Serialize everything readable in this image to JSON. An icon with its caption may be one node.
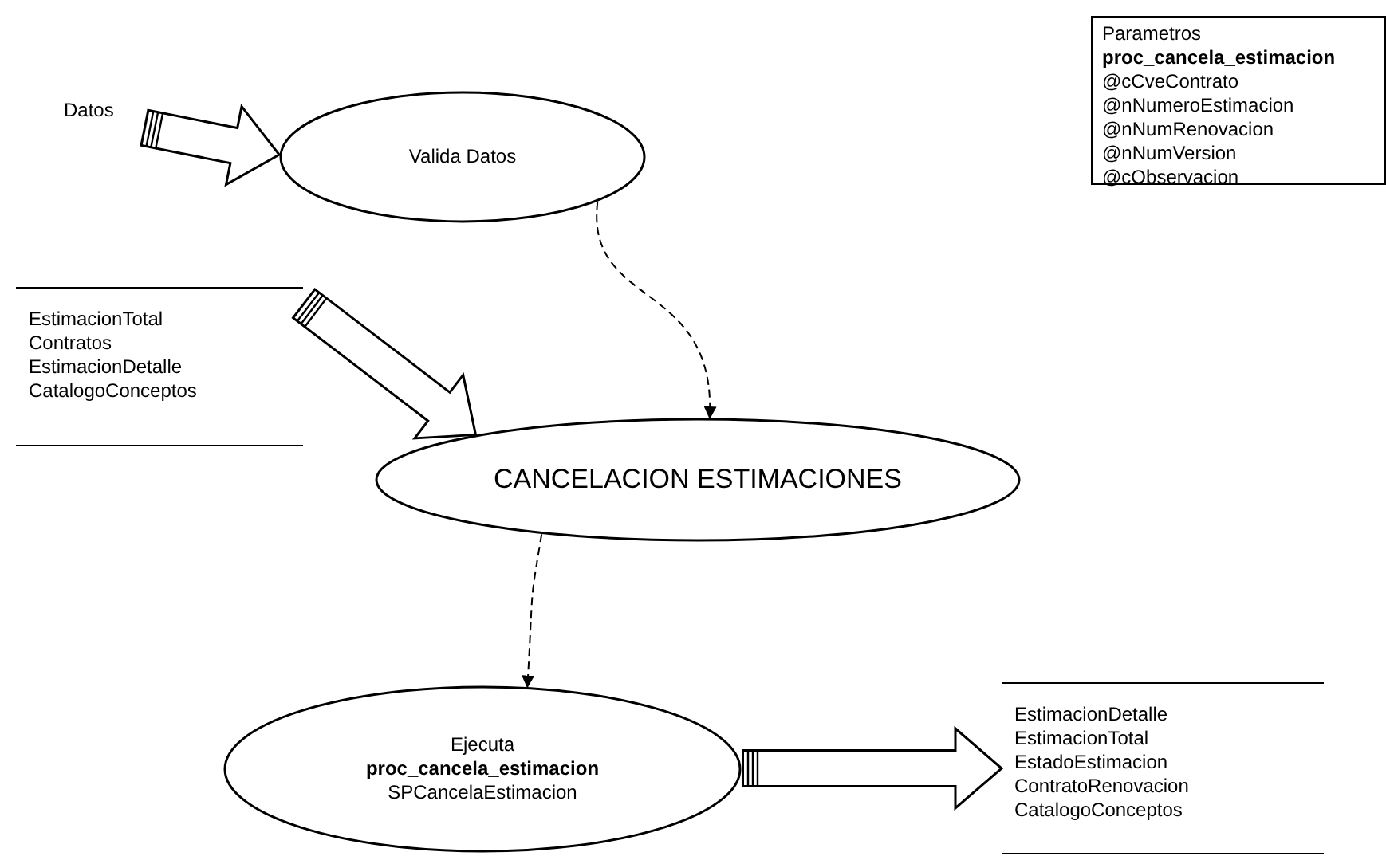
{
  "diagram": {
    "nodes": [
      {
        "text": [
          "Datos"
        ]
      },
      {
        "text": [
          "Valida Datos"
        ]
      },
      {
        "text": [
          "Parametros",
          "proc_cancela_estimacion",
          "@cCveContrato",
          "@nNumeroEstimacion",
          "@nNumRenovacion",
          "@nNumVersion",
          "@cObservacion"
        ]
      },
      {
        "text": [
          "EstimacionTotal",
          "Contratos",
          "EstimacionDetalle",
          "CatalogoConceptos"
        ]
      },
      {
        "text": [
          "CANCELACION ESTIMACIONES"
        ]
      },
      {
        "text": [
          "Ejecuta",
          "proc_cancela_estimacion",
          "SPCancelaEstimacion"
        ]
      },
      {
        "text": [
          "EstimacionDetalle",
          "EstimacionTotal",
          "EstadoEstimacion",
          "ContratoRenovacion",
          "CatalogoConceptos"
        ]
      }
    ],
    "edges": [
      {
        "from": 0,
        "to": 1,
        "arrow": "to"
      },
      {
        "from": 1,
        "to": 4,
        "arrow": "to",
        "style": "dashed"
      },
      {
        "from": 3,
        "to": 4,
        "arrow": "to"
      },
      {
        "from": 4,
        "to": 5,
        "arrow": "to",
        "style": "dashed"
      },
      {
        "from": 5,
        "to": 6,
        "arrow": "to"
      }
    ]
  }
}
